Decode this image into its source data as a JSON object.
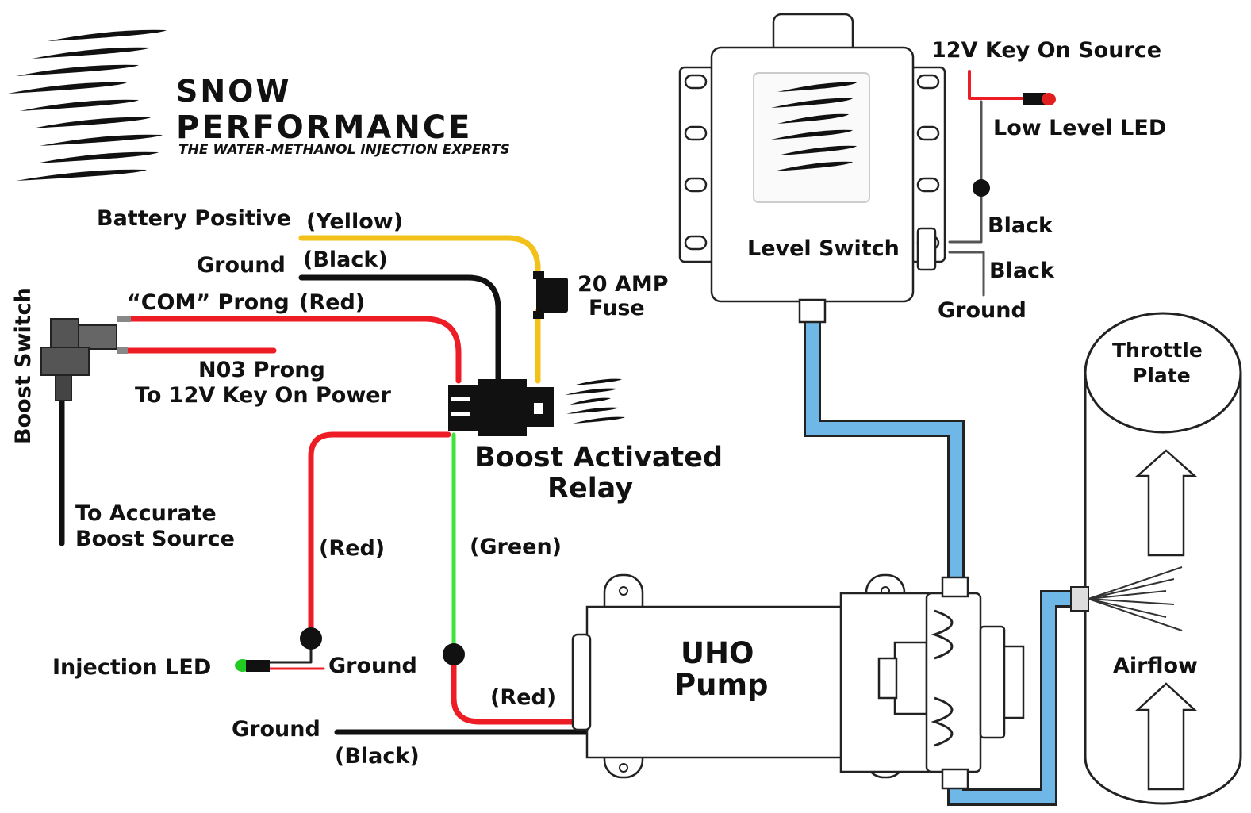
{
  "logo": {
    "line1": "SNOW",
    "line2": "PERFORMANCE",
    "tagline": "THE WATER-METHANOL INJECTION EXPERTS"
  },
  "labels": {
    "battery_positive": "Battery Positive",
    "yellow": "(Yellow)",
    "ground_1": "Ground",
    "black_1": "(Black)",
    "com_prong": "“COM” Prong",
    "red_1": "(Red)",
    "n03_prong": "N03 Prong",
    "to_12v_key_on_power": "To 12V Key On Power",
    "boost_switch": "Boost Switch",
    "to_accurate": "To Accurate",
    "boost_source": "Boost Source",
    "fuse_line1": "20 AMP",
    "fuse_line2": "Fuse",
    "relay_line1": "Boost Activated",
    "relay_line2": "Relay",
    "red_2": "(Red)",
    "green": "(Green)",
    "injection_led": "Injection LED",
    "ground_2": "Ground",
    "red_3": "(Red)",
    "ground_3": "Ground",
    "black_2": "(Black)",
    "pump_line1": "UHO",
    "pump_line2": "Pump",
    "level_switch": "Level Switch",
    "key_on_source": "12V Key On Source",
    "low_level_led": "Low Level LED",
    "black_3": "Black",
    "black_4": "Black",
    "ground_4": "Ground",
    "throttle_line1": "Throttle",
    "throttle_line2": "Plate",
    "airflow": "Airflow"
  },
  "colors": {
    "wire_yellow": "#F2C21B",
    "wire_black": "#111111",
    "wire_red": "#EE1C25",
    "wire_green": "#3CE53C",
    "hose_blue": "#6FB7E6",
    "led_red": "#E02020",
    "led_green": "#22CC22"
  },
  "icons": {
    "logo": "snow-performance-streak-logo",
    "relay": "relay-icon",
    "fuse": "fuse-icon",
    "boost_switch": "pressure-switch-icon",
    "pump": "pump-icon",
    "level_switch": "level-switch-box-icon",
    "throttle": "throttle-body-icon",
    "arrows": "arrow-up-icon"
  }
}
